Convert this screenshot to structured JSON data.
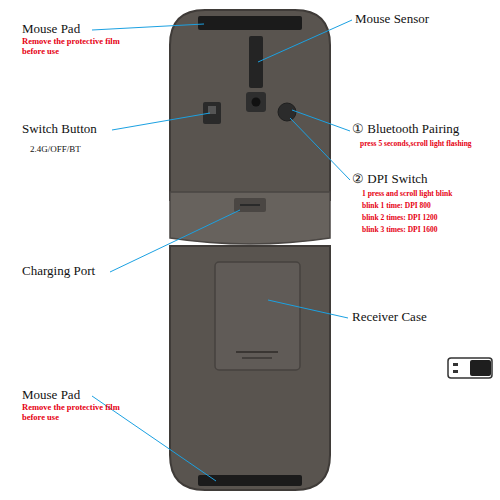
{
  "diagram": {
    "labels": [
      "Mouse Pad",
      "Remove the protective film before use",
      "Switch Button",
      "2.4G/OFF/BT",
      "Charging Port",
      "Mouse Pad",
      "Remove the protective film before use",
      "Mouse Sensor",
      "① Bluetooth Pairing",
      "press 5 seconds,scroll light flashing",
      "② DPI Switch",
      "1 press and scroll light blink",
      "blink 1 time: DPI 800",
      "blink 2 times: DPI 1200",
      "blink 3 times: DPI 1600",
      "Receiver Case"
    ]
  }
}
